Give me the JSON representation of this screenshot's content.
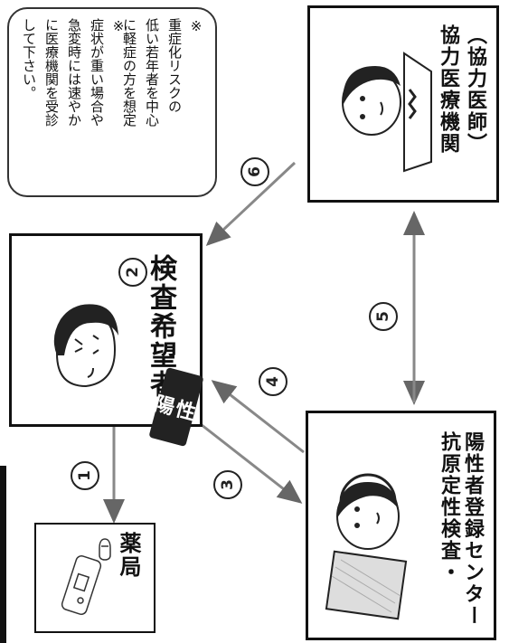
{
  "nodes": {
    "pharmacy": {
      "label": "薬局"
    },
    "applicant": {
      "label": "検査希望者",
      "step": "2",
      "badge": "陽性"
    },
    "center": {
      "lines": [
        "抗原定性検査・",
        "陽性者登録センター"
      ]
    },
    "partner": {
      "lines": [
        "協力医療機関",
        "（協力医師）"
      ]
    }
  },
  "steps": [
    "1",
    "3",
    "4",
    "5",
    "6"
  ],
  "note": {
    "items": [
      {
        "mark": "※",
        "lines": [
          "重症化リスクの",
          "低い若年者を中心",
          "に軽症の方を想定"
        ]
      },
      {
        "mark": "※",
        "lines": [
          "症状が重い場合や",
          "急変時には速やか",
          "に医療機関を受診",
          "して下さい。"
        ]
      }
    ]
  },
  "colors": {
    "arrow": "#888888",
    "line": "#111111",
    "badge": "#222222"
  }
}
